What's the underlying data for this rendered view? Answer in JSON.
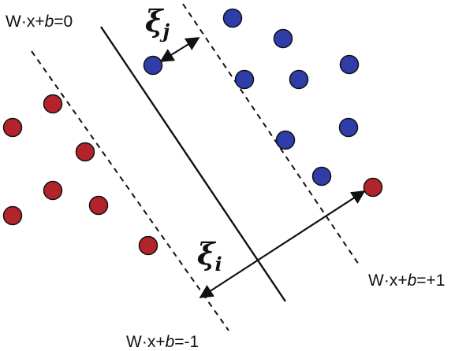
{
  "labels": {
    "decision_boundary": {
      "lhs": "W·x+",
      "var": "b",
      "rhs": "=0"
    },
    "positive_margin": {
      "lhs": "W·x+",
      "var": "b",
      "rhs": "=+1"
    },
    "negative_margin": {
      "lhs": "W·x+",
      "var": "b",
      "rhs": "=-1"
    },
    "slack_j": {
      "symbol": "ξ",
      "subscript": "j"
    },
    "slack_i": {
      "symbol": "ξ",
      "subscript": "i"
    }
  },
  "colors": {
    "positive_class": "#2f3da8",
    "negative_class": "#b3232b",
    "point_outline": "#111111",
    "line": "#111111"
  }
}
